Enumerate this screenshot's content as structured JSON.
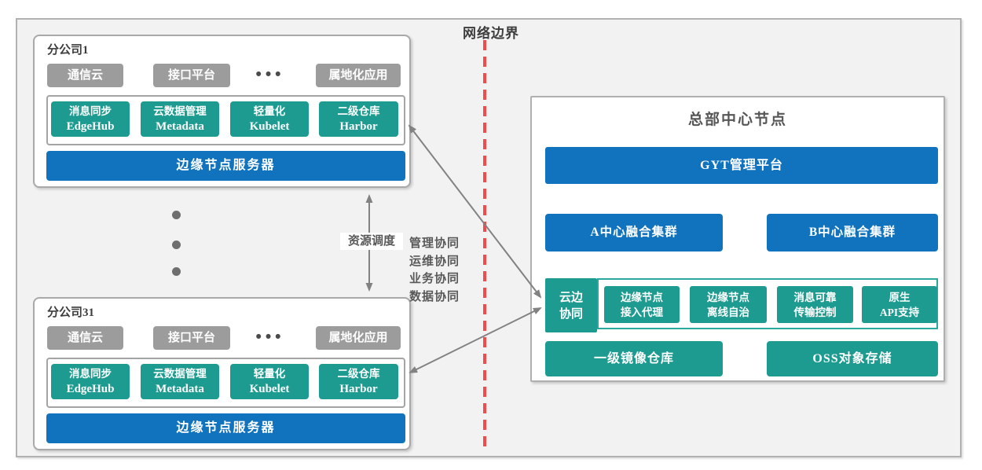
{
  "colors": {
    "teal": "#1d9b90",
    "blue": "#1173bd",
    "gray_box": "#9c9c9c",
    "boundary_fill": "#f2f2f2",
    "red_line": "#f14b4b",
    "arrow": "#828282"
  },
  "network_boundary": {
    "label": "网络边界"
  },
  "branches": [
    {
      "title": "分公司1"
    },
    {
      "title": "分公司31"
    }
  ],
  "branch_template": {
    "apps": [
      {
        "label": "通信云"
      },
      {
        "label": "接口平台"
      },
      {
        "label": "属地化应用"
      }
    ],
    "components": [
      {
        "line1": "消息同步",
        "line2": "EdgeHub"
      },
      {
        "line1": "云数据管理",
        "line2": "Metadata"
      },
      {
        "line1": "轻量化",
        "line2": "Kubelet"
      },
      {
        "line1": "二级仓库",
        "line2": "Harbor"
      }
    ],
    "server_label": "边缘节点服务器"
  },
  "middle": {
    "resource_label": "资源调度",
    "collab_lines": [
      "管理协同",
      "运维协同",
      "业务协同",
      "数据协同"
    ]
  },
  "hq": {
    "title": "总部中心节点",
    "platform_label": "GYT管理平台",
    "clusters": [
      {
        "label": "A中心融合集群"
      },
      {
        "label": "B中心融合集群"
      }
    ],
    "edge_collab": {
      "line1": "云边",
      "line2": "协同"
    },
    "edge_features": [
      {
        "line1": "边缘节点",
        "line2": "接入代理"
      },
      {
        "line1": "边缘节点",
        "line2": "离线自治"
      },
      {
        "line1": "消息可靠",
        "line2": "传输控制"
      },
      {
        "line1": "原生",
        "line2": "API支持"
      }
    ],
    "storage": [
      {
        "label": "一级镜像仓库"
      },
      {
        "label": "OSS对象存储"
      }
    ]
  },
  "icons": {
    "horizontal_ellipsis": "•••"
  }
}
